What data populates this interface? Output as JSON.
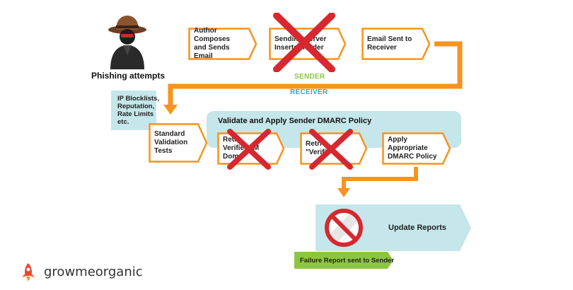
{
  "actor": {
    "label": "Phishing attempts",
    "icon": "hacker-icon"
  },
  "sender_flow": [
    {
      "label": "Author Composes\nand Sends Email",
      "blocked": false
    },
    {
      "label": "Sending    Server\nInserts      Header",
      "blocked": true
    },
    {
      "label": "Email Sent to\nReceiver",
      "blocked": false
    }
  ],
  "zone_labels": {
    "sender": "SENDER",
    "receiver": "RECEIVER"
  },
  "ip_checks": "IP Blocklists,\nReputation,\nRate Limits\netc.",
  "standard_tests": "Standard\nValidation\nTests",
  "dmarc": {
    "title": "Validate and Apply Sender DMARC Policy",
    "steps": [
      {
        "label": "Retri\nVerifie     KIM\nDom",
        "blocked": true
      },
      {
        "label": "Retri\n\"Verifi",
        "blocked": true
      },
      {
        "label": "Apply Appropriate\nDMARC Policy",
        "blocked": false
      }
    ]
  },
  "update_reports": {
    "label": "Update Reports",
    "icon": "prohibited-icon"
  },
  "failure_report": "Failure Report sent to Sender",
  "brand": {
    "name": "growmeorganic",
    "icon": "rocket-icon"
  },
  "colors": {
    "orange": "#f7931e",
    "teal_panel": "#c5e6ea",
    "cross_red": "#d7282f",
    "sender_green": "#8cc63f",
    "receiver_blue": "#29a9e0",
    "failure_green": "#8cc63f"
  }
}
